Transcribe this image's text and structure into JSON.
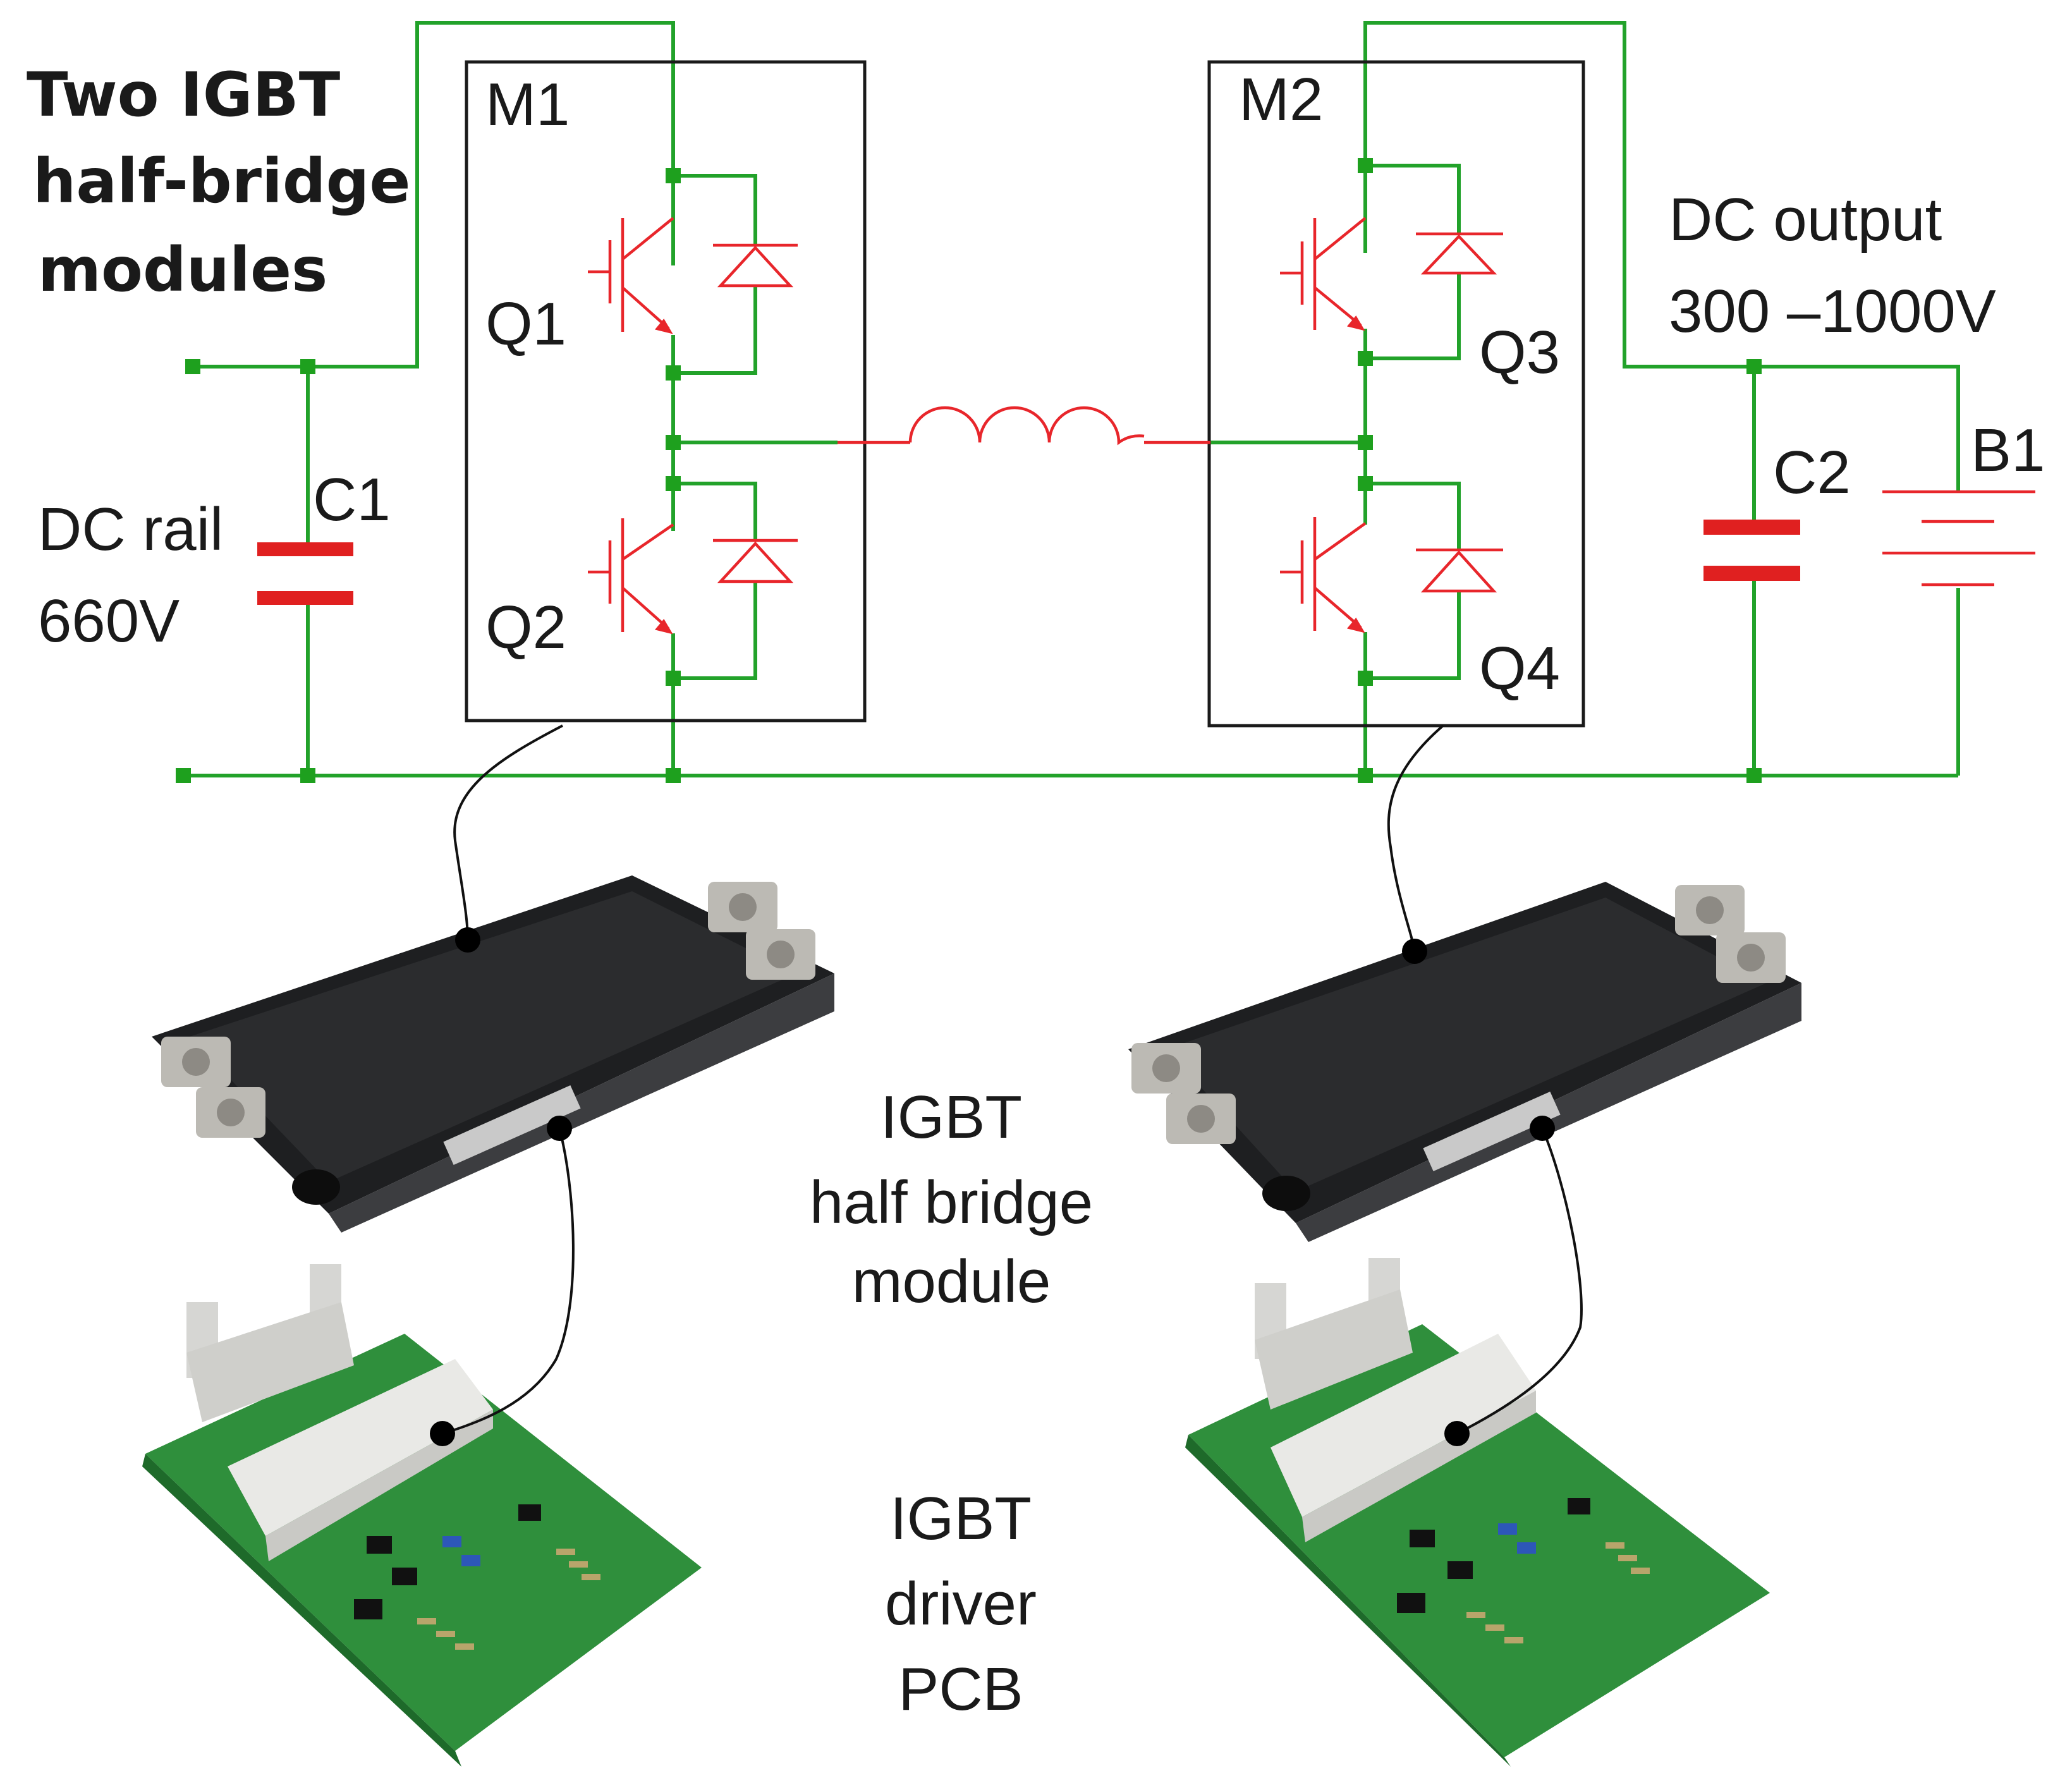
{
  "title_lines": [
    "Two IGBT",
    "half-bridge",
    "modules"
  ],
  "labels": {
    "m1": "M1",
    "m2": "M2",
    "q1": "Q1",
    "q2": "Q2",
    "q3": "Q3",
    "q4": "Q4",
    "c1": "C1",
    "c2": "C2",
    "b1": "B1"
  },
  "dc_rail": [
    "DC rail",
    "660V"
  ],
  "dc_output": [
    "DC output",
    "300 –1000V"
  ],
  "module_caption": [
    "IGBT",
    "half bridge",
    "module"
  ],
  "driver_caption": [
    "IGBT",
    "driver",
    "PCB"
  ],
  "colors": {
    "wire": "#22a22a",
    "node": "#1ea01e",
    "component": "#e8262b",
    "capacitor_plate": "#e02020",
    "module_body": "#2b2c2e",
    "pcb": "#2f8f3c"
  }
}
